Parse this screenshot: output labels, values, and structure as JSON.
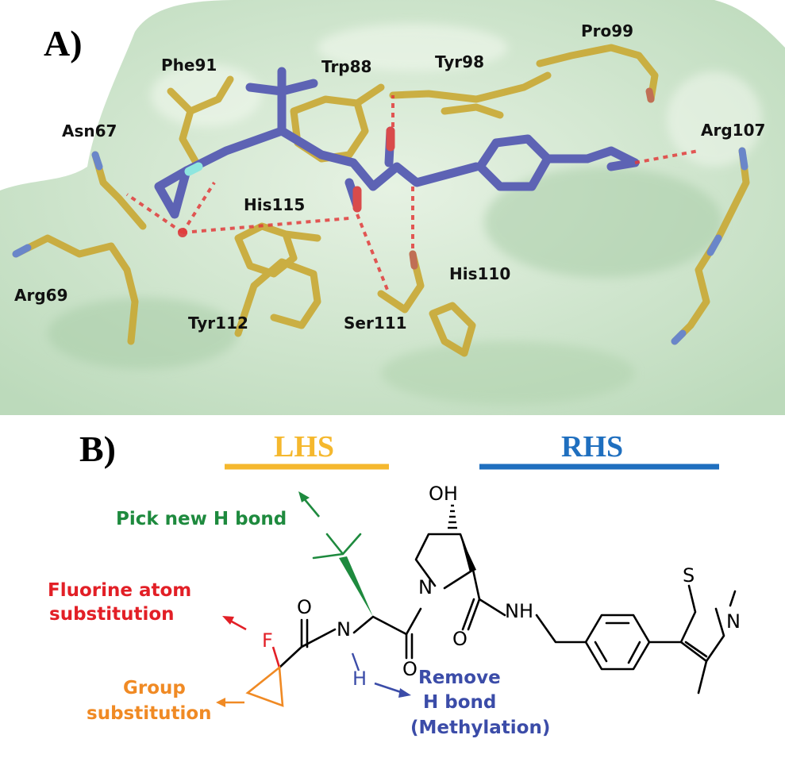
{
  "panel_a": {
    "label": "A)",
    "residues": [
      "Phe91",
      "Trp88",
      "Tyr98",
      "Pro99",
      "Asn67",
      "Arg107",
      "His115",
      "His110",
      "Arg69",
      "Tyr112",
      "Ser111"
    ]
  },
  "panel_b": {
    "label": "B)",
    "lhs_label": "LHS",
    "rhs_label": "RHS",
    "annotations": {
      "pick_h_bond": "Pick new H bond",
      "fluorine_line1": "Fluorine atom",
      "fluorine_line2": "substitution",
      "group_line1": "Group",
      "group_line2": "substitution",
      "remove_line1": "Remove",
      "remove_line2": "H bond",
      "remove_line3": "(Methylation)"
    },
    "atoms": {
      "oh": "OH",
      "o_amide1": "O",
      "o_amide2": "O",
      "o_amide3": "O",
      "n_amide": "N",
      "n_pyrrolidine": "N",
      "nh": "NH",
      "h": "H",
      "f": "F",
      "s": "S",
      "n_thiazole": "N"
    },
    "colors": {
      "lhs": "#f5b82e",
      "rhs": "#1f6fbf",
      "green": "#1e8a3e",
      "red": "#e21f26",
      "orange": "#f08a24",
      "blue": "#3b4ca8"
    }
  }
}
